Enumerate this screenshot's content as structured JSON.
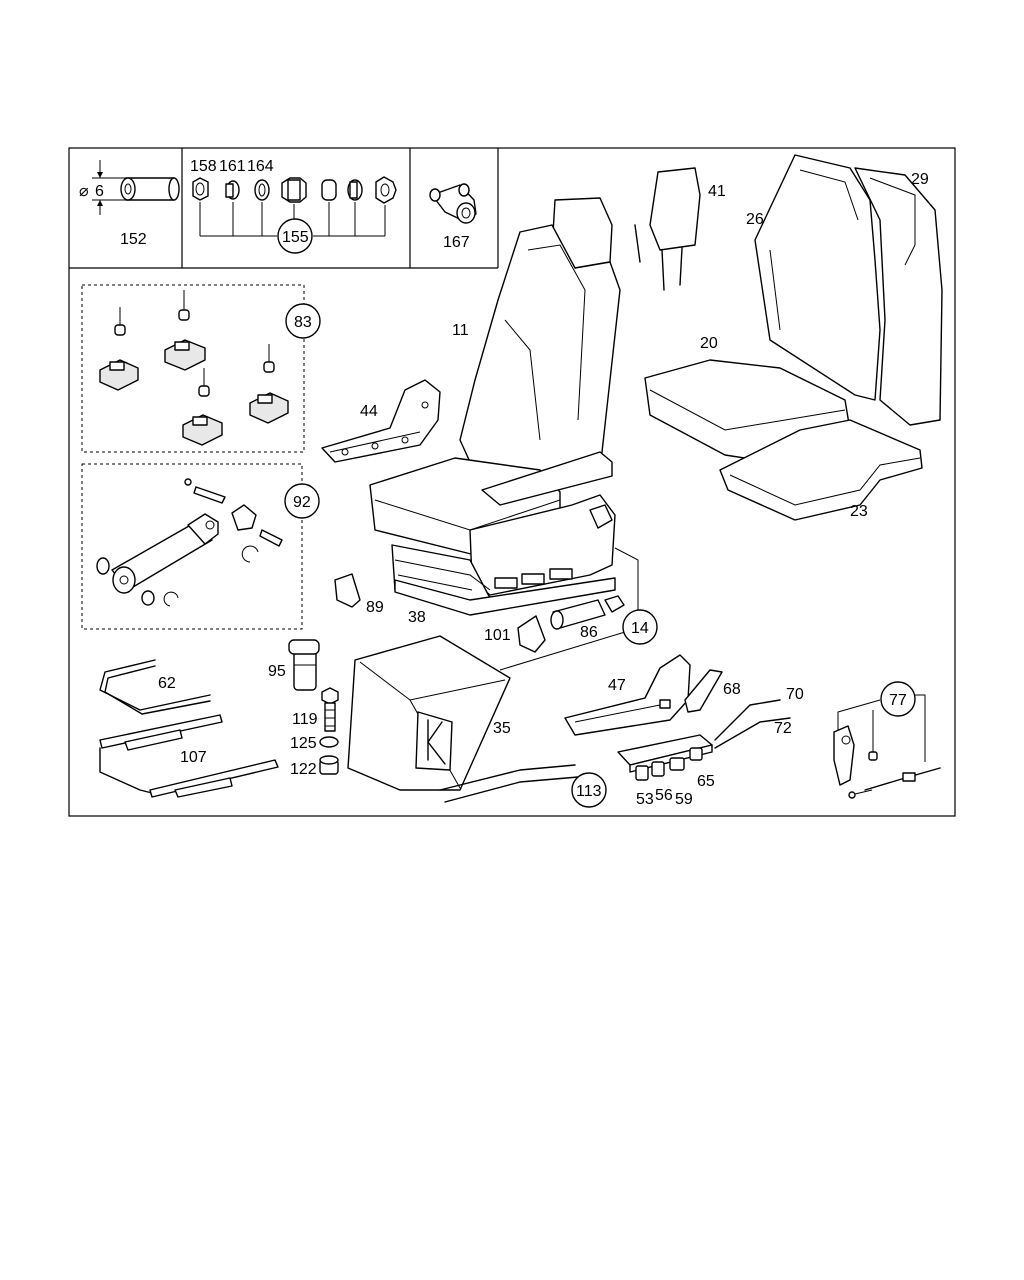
{
  "diagram": {
    "labels": {
      "l152": "152",
      "l158": "158",
      "l161": "161",
      "l164": "164",
      "l167": "167",
      "l6": "6",
      "ldiam": "⌀",
      "l41": "41",
      "l26": "26",
      "l29": "29",
      "l11": "11",
      "l20": "20",
      "l44": "44",
      "l23": "23",
      "l89": "89",
      "l38": "38",
      "l101": "101",
      "l86": "86",
      "l95": "95",
      "l62": "62",
      "l47": "47",
      "l68": "68",
      "l70": "70",
      "l72": "72",
      "l119": "119",
      "l125": "125",
      "l122": "122",
      "l35": "35",
      "l107": "107",
      "l65": "65",
      "l53": "53",
      "l56": "56",
      "l59": "59"
    },
    "circled": {
      "c155": "155",
      "c83": "83",
      "c92": "92",
      "c14": "14",
      "c77": "77",
      "c113": "113"
    }
  }
}
